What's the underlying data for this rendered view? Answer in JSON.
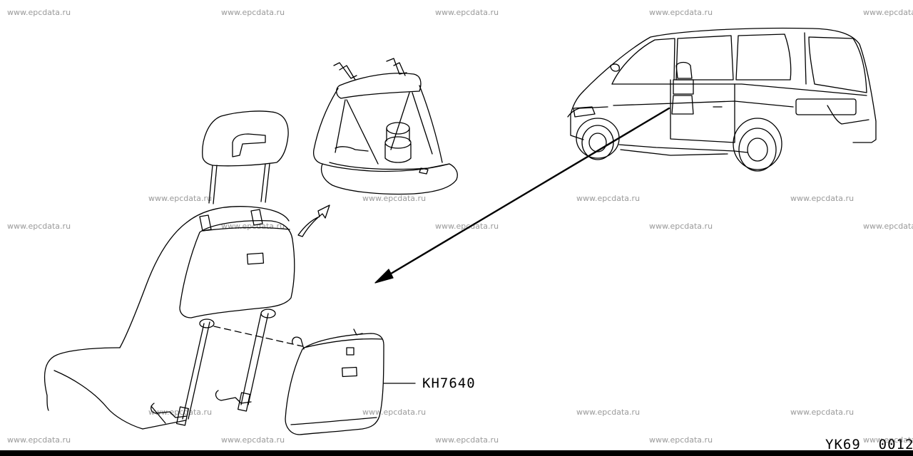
{
  "watermark_text": "www.epcdata.ru",
  "part_label": "KH7640",
  "drawing_code": "YK69  0012"
}
